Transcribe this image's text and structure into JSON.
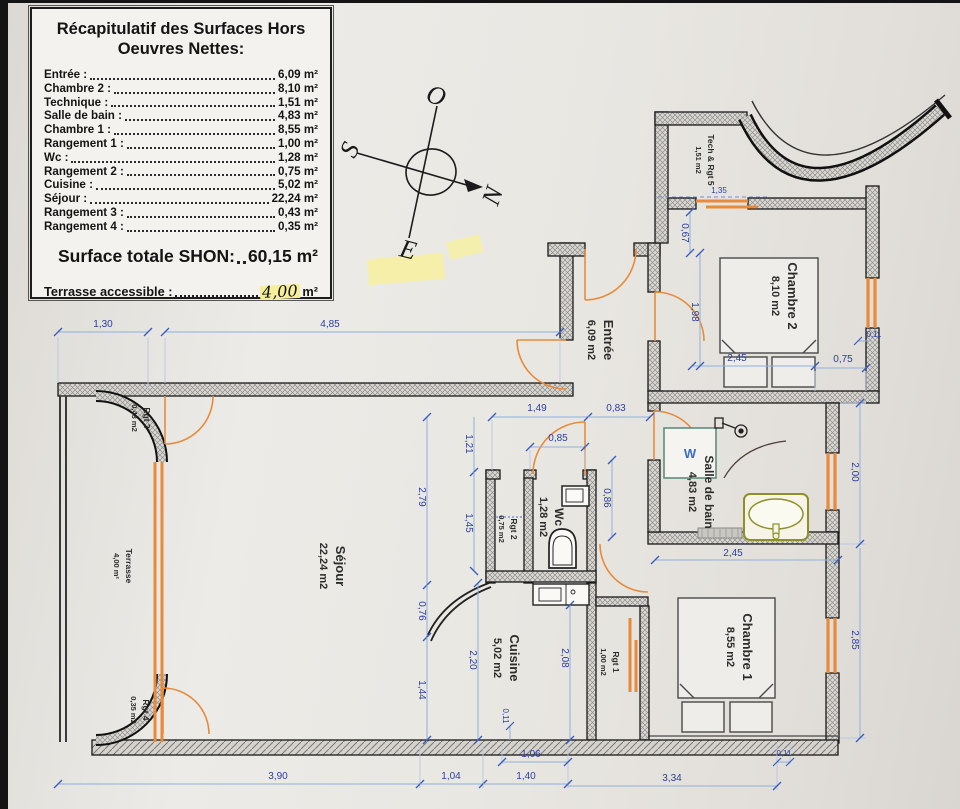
{
  "legend": {
    "title_line1": "Récapitulatif des Surfaces Hors",
    "title_line2": "Oeuvres Nettes:",
    "items": [
      {
        "label": "Entrée :",
        "value": "6,09 m²"
      },
      {
        "label": "Chambre 2 :",
        "value": "8,10 m²"
      },
      {
        "label": "Technique :",
        "value": "1,51 m²"
      },
      {
        "label": "Salle de bain :",
        "value": "4,83 m²"
      },
      {
        "label": "Chambre 1 :",
        "value": "8,55 m²"
      },
      {
        "label": "Rangement 1 :",
        "value": "1,00 m²"
      },
      {
        "label": "Wc :",
        "value": "1,28 m²"
      },
      {
        "label": "Rangement 2 :",
        "value": "0,75 m²"
      },
      {
        "label": "Cuisine :",
        "value": "5,02 m²"
      },
      {
        "label": "Séjour :",
        "value": "22,24 m²"
      },
      {
        "label": "Rangement 3 :",
        "value": "0,43 m²"
      },
      {
        "label": "Rangement 4 :",
        "value": "0,35 m²"
      }
    ],
    "total_label": "Surface totale SHON:",
    "total_value": "60,15 m²",
    "terrace_label": "Terrasse accessible :",
    "terrace_value": "4,00",
    "terrace_unit": "m²"
  },
  "compass": {
    "west": "O",
    "south": "S",
    "east": "E",
    "north": "N"
  },
  "rooms": {
    "entree": {
      "name": "Entrée",
      "area": "6,09 m2"
    },
    "chambre2": {
      "name": "Chambre 2",
      "area": "8,10 m2"
    },
    "tech": {
      "name": "Tech & Rgt 5",
      "area": "1,51 m2"
    },
    "sdb": {
      "name": "Salle de bain",
      "area": "4,83 m2"
    },
    "wc": {
      "name": "Wc",
      "area": "1,28 m2"
    },
    "rgt2": {
      "name": "Rgt 2",
      "area": "0,75 m2"
    },
    "sejour": {
      "name": "Séjour",
      "area": "22,24 m2"
    },
    "cuisine": {
      "name": "Cuisine",
      "area": "5,02 m2"
    },
    "rgt1": {
      "name": "Rgt 1",
      "area": "1,00 m2"
    },
    "chambre1": {
      "name": "Chambre 1",
      "area": "8,55 m2"
    },
    "rgt3": {
      "name": "Rgt 3",
      "area": "0,43 m2"
    },
    "rgt4": {
      "name": "Rgt 4",
      "area": "0,35 m2"
    },
    "terrasse": {
      "name": "Terrasse",
      "area": "4,00 m²"
    }
  },
  "appliance": {
    "washer": "W"
  },
  "dimensions": {
    "terrace_width": "1,30",
    "sejour_width": "4,85",
    "hall_seg1": "1,49",
    "hall_seg2": "0,83",
    "wc_door": "0,85",
    "sejour_v_upper": "1,21",
    "sejour_v_lower": "1,45",
    "sejour_h_upper": "2,79",
    "sejour_h_mid": "0,76",
    "sejour_h_lower": "1,44",
    "cuisine_width": "2,20",
    "cuisine_height": "2,08",
    "cuisine_offset": "0,11",
    "sink_width": "1,06",
    "bottom_seg1": "3,90",
    "bottom_seg2": "1,04",
    "bottom_seg3": "1,40",
    "bottom_seg4": "3,34",
    "bottom_offset": "0,11",
    "chambre2_width": "2,45",
    "chambre2_right": "0,75",
    "chambre2_height": "1,98",
    "tech_height": "0,67",
    "tech_width": "1,35",
    "sdb_width": "2,45",
    "sdb_height": "2,00",
    "chambre1_height": "2,85",
    "wc_height": "0,86",
    "right_offset": "0,11"
  },
  "colors": {
    "wall": "#1a1a1a",
    "door_orange": "#e78b3a",
    "dimension_blue": "#2b3f9e",
    "dimension_line": "#8fb0dc",
    "highlight_yellow": "#f7f0a0",
    "tub_olive": "#8f8f2a",
    "washer_teal": "#5f8d7e"
  }
}
